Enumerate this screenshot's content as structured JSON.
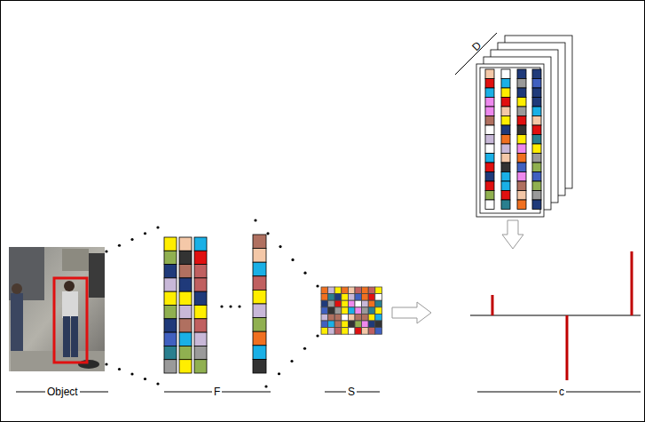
{
  "diagram": {
    "labels": [
      "D",
      "Object",
      "F",
      "S",
      "c"
    ]
  }
}
